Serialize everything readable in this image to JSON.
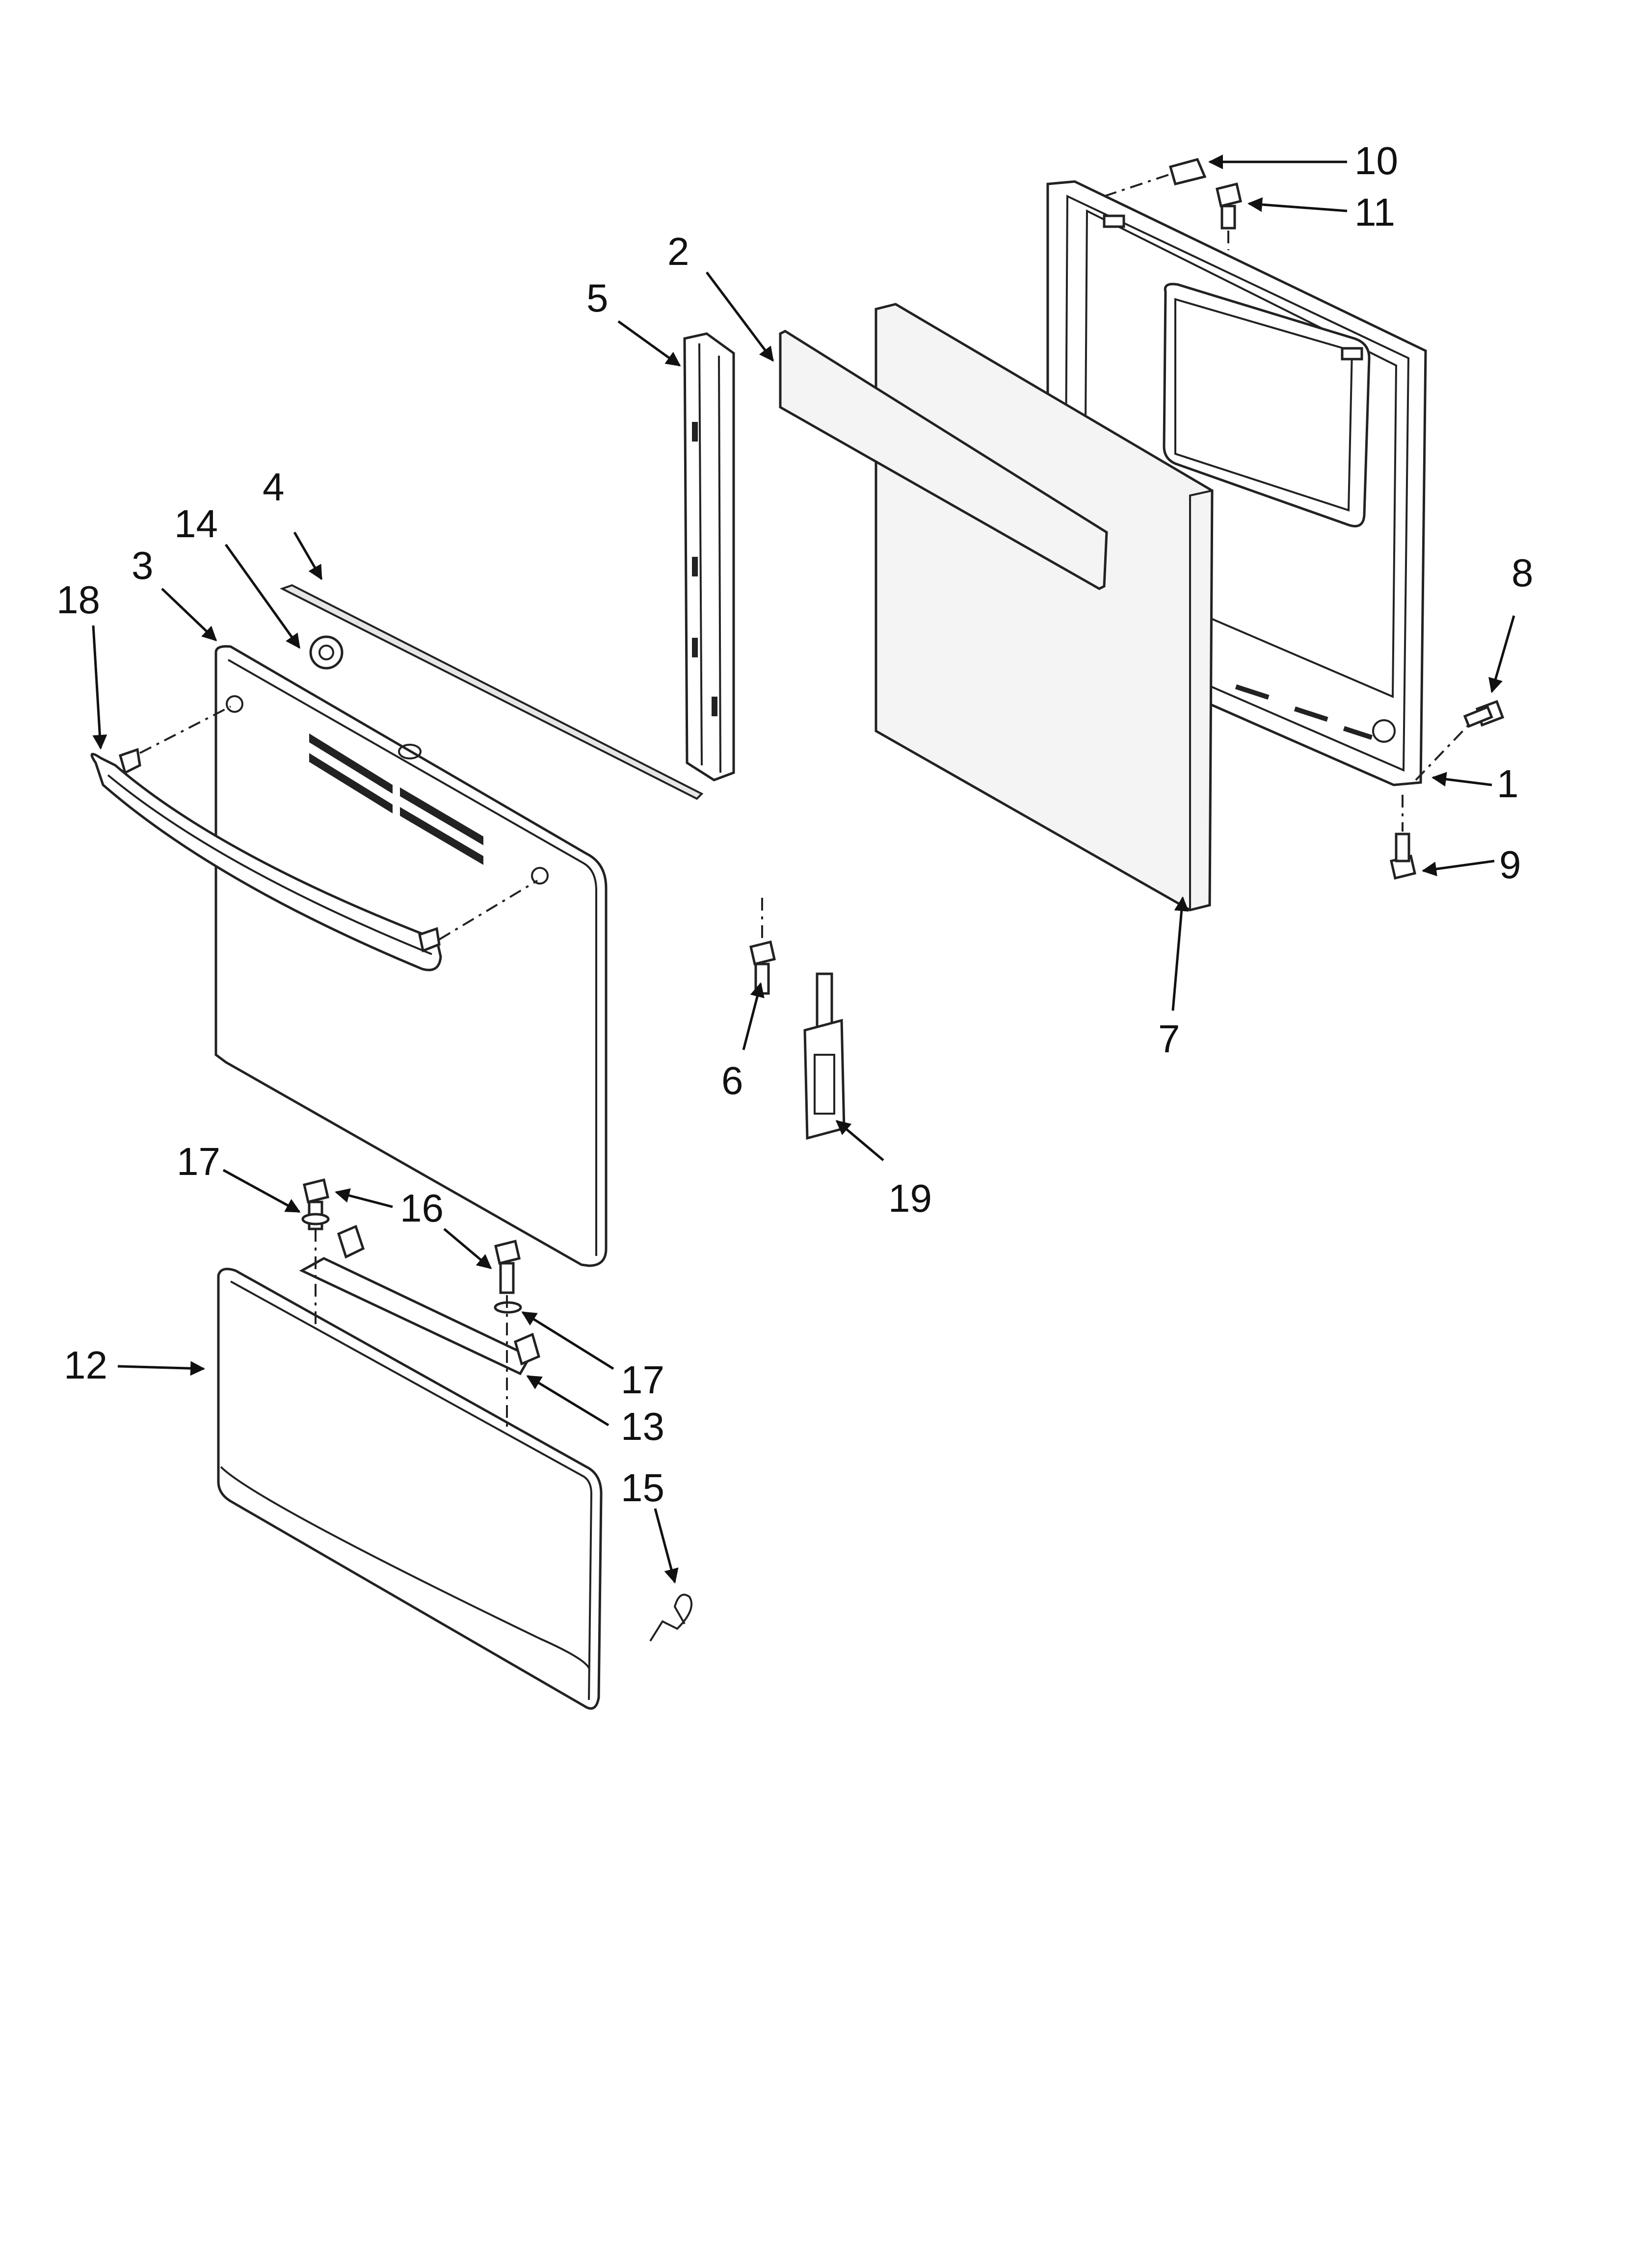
{
  "diagram": {
    "colors": {
      "line": "#222222",
      "background": "#ffffff"
    },
    "callouts": {
      "c1": "1",
      "c2": "2",
      "c3": "3",
      "c4": "4",
      "c5": "5",
      "c6": "6",
      "c7": "7",
      "c8": "8",
      "c9": "9",
      "c10": "10",
      "c11": "11",
      "c12": "12",
      "c13": "13",
      "c14": "14",
      "c15": "15",
      "c16": "16",
      "c17a": "17",
      "c17b": "17",
      "c18": "18",
      "c19": "19"
    }
  }
}
